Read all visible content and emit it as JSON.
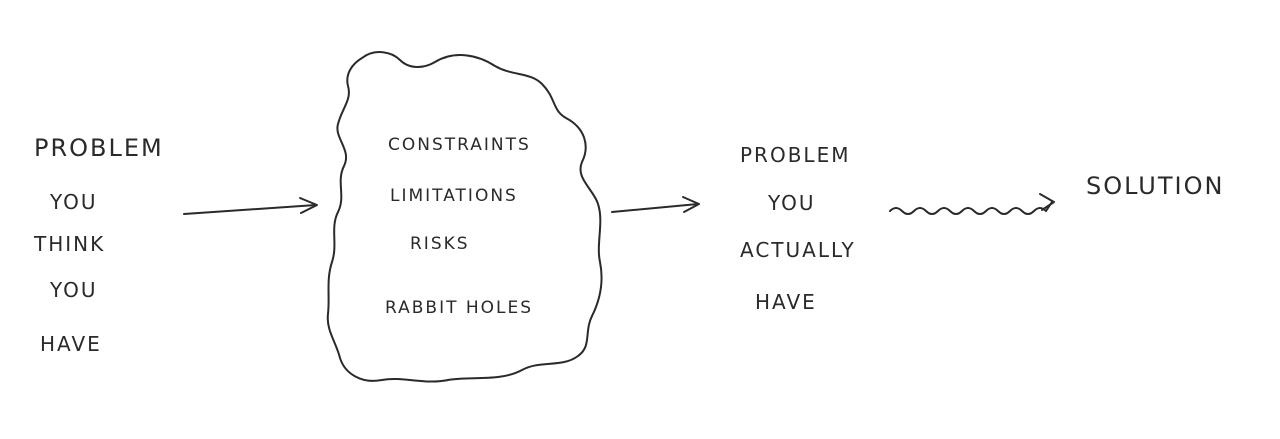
{
  "left_block": {
    "line1": "Problem",
    "line2": "You",
    "line3": "Think",
    "line4": "You",
    "line5": "Have"
  },
  "cloud": {
    "item1": "Constraints",
    "item2": "Limitations",
    "item3": "Risks",
    "item4": "Rabbit holes"
  },
  "middle_block": {
    "line1": "Problem",
    "line2": "You",
    "line3": "Actually",
    "line4": "Have"
  },
  "right_block": {
    "line1": "Solution"
  }
}
